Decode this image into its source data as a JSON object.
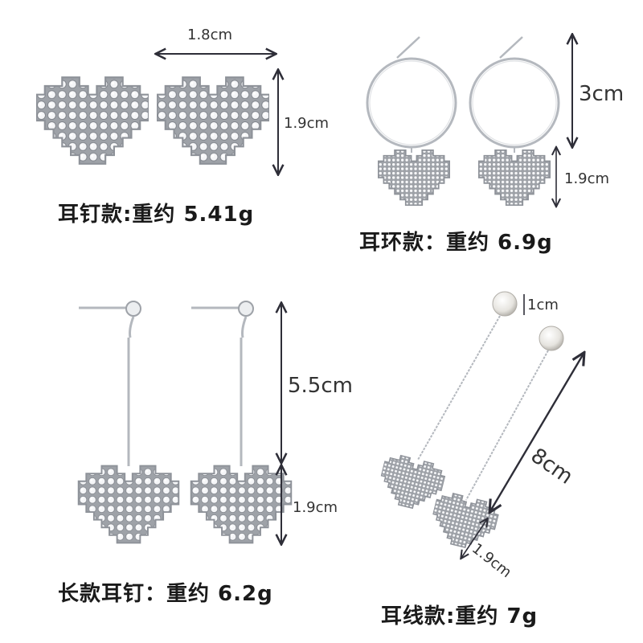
{
  "captions": {
    "stud": "耳钉款:重约 5.41g",
    "hoop": "耳环款：重约 6.9g",
    "long_stud": "长款耳钉：重约 6.2g",
    "threader": "耳线款:重约 7g"
  },
  "dimensions": {
    "stud_width": "1.8cm",
    "stud_height": "1.9cm",
    "hoop_height": "3cm",
    "hoop_heart": "1.9cm",
    "long_drop": "5.5cm",
    "long_heart": "1.9cm",
    "pearl": "1cm",
    "chain_length": "8cm",
    "threader_heart": "1.9cm"
  },
  "colors": {
    "metal": "#c9ccd1",
    "crystal": "#f4f5f7",
    "arrow": "#2e2e38"
  }
}
